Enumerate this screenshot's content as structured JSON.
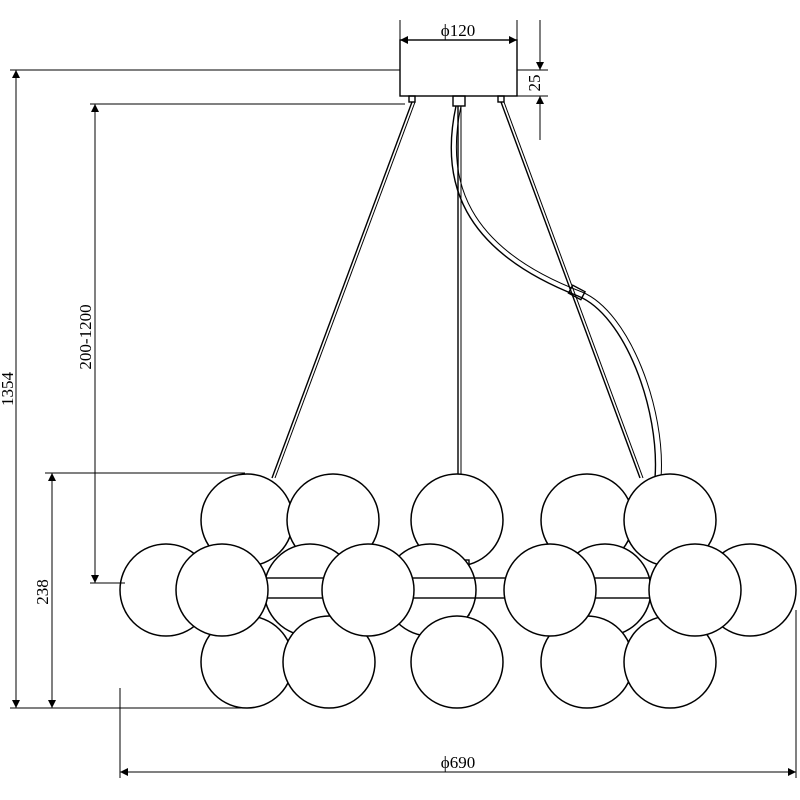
{
  "dimensions": {
    "canopy_diameter": "ϕ120",
    "canopy_height": "25",
    "total_height": "1354",
    "suspension_range": "200-1200",
    "body_height": "238",
    "overall_diameter": "ϕ690"
  }
}
